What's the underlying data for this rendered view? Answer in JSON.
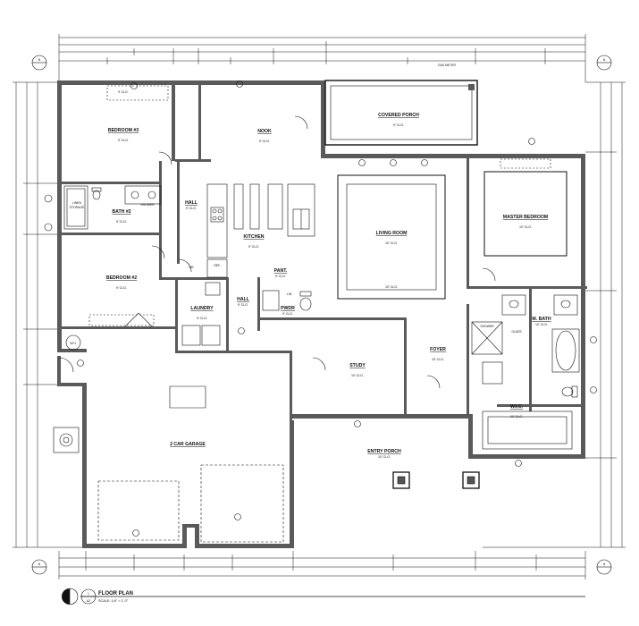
{
  "rooms": [
    {
      "id": "bedroom3",
      "name": "BEDROOM #3",
      "sub1": "",
      "sub2": "9' CLG."
    },
    {
      "id": "bath2",
      "name": "BATH #2",
      "sub1": "",
      "sub2": "9' CLG."
    },
    {
      "id": "bedroom2",
      "name": "BEDROOM #2",
      "sub1": "",
      "sub2": "9' CLG."
    },
    {
      "id": "hall1",
      "name": "HALL",
      "sub1": "9' CLG."
    },
    {
      "id": "nook",
      "name": "NOOK",
      "sub1": "",
      "sub2": "9' CLG."
    },
    {
      "id": "kitchen",
      "name": "KITCHEN",
      "sub1": "",
      "sub2": "9' CLG."
    },
    {
      "id": "covered_porch",
      "name": "COVERED PORCH",
      "sub1": "",
      "sub2": "9' CLG."
    },
    {
      "id": "living",
      "name": "LIVING ROOM",
      "sub1": "",
      "sub2": "10' CLG.",
      "sub3": "10' CLG."
    },
    {
      "id": "master",
      "name": "MASTER BEDROOM",
      "sub1": "",
      "sub2": "10' CLG."
    },
    {
      "id": "laundry",
      "name": "LAUNDRY",
      "sub1": "",
      "sub2": "9' CLG."
    },
    {
      "id": "hall2",
      "name": "HALL",
      "sub1": "9' CLG."
    },
    {
      "id": "pantry",
      "name": "PANT.",
      "sub1": "9' CLG."
    },
    {
      "id": "powder",
      "name": "PWDR",
      "sub1": "9' CLG."
    },
    {
      "id": "study",
      "name": "STUDY",
      "sub1": "",
      "sub2": "10' CLG."
    },
    {
      "id": "foyer",
      "name": "FOYER",
      "sub1": "",
      "sub2": "10' CLG."
    },
    {
      "id": "mbath",
      "name": "M. BATH",
      "sub1": "10' CLG."
    },
    {
      "id": "wic",
      "name": "W.I.C.",
      "sub1": "",
      "sub2": "10' CLG."
    },
    {
      "id": "garage",
      "name": "2 CAR GARAGE",
      "sub1": "",
      "sub2": ""
    },
    {
      "id": "entry_porch",
      "name": "ENTRY PORCH",
      "sub1": "10' CLG."
    }
  ],
  "notes": {
    "garage_note_1": "",
    "garage_note_2": "",
    "closet_note": "9' CLG.",
    "wh": "W.H.",
    "linen_storage_1": "LINEN",
    "linen_storage_2": "STORAGE",
    "master_shower": "SHOWER",
    "master_hall": "GLASS",
    "shower": "SHOWER",
    "tub": "",
    "dr": "DR",
    "ref": "REF.",
    "lin": "LIN.",
    "gas_meter_1": "GAS METER",
    "gas_meter_2": ""
  },
  "dimensions": {
    "overall_width": "",
    "top_row_left": "",
    "top_row_right": "",
    "top_seg": [
      "",
      "",
      "",
      "",
      "",
      "",
      "",
      ""
    ],
    "bottom_seg": [
      "",
      "",
      "",
      "",
      "",
      "",
      ""
    ],
    "bottom_row": [
      "",
      ""
    ],
    "bottom_overall": "",
    "left_overall": "",
    "left_seg": [
      "",
      "",
      "",
      "",
      ""
    ],
    "right_overall": "",
    "right_seg": [
      "",
      "",
      "",
      ""
    ]
  },
  "north_labels": [
    "N",
    "N",
    "N",
    "N"
  ],
  "title_block": {
    "number": "1",
    "sheet": "A2",
    "title": "FLOOR PLAN",
    "scale": "SCALE: 1/4\" = 1'-0\""
  }
}
